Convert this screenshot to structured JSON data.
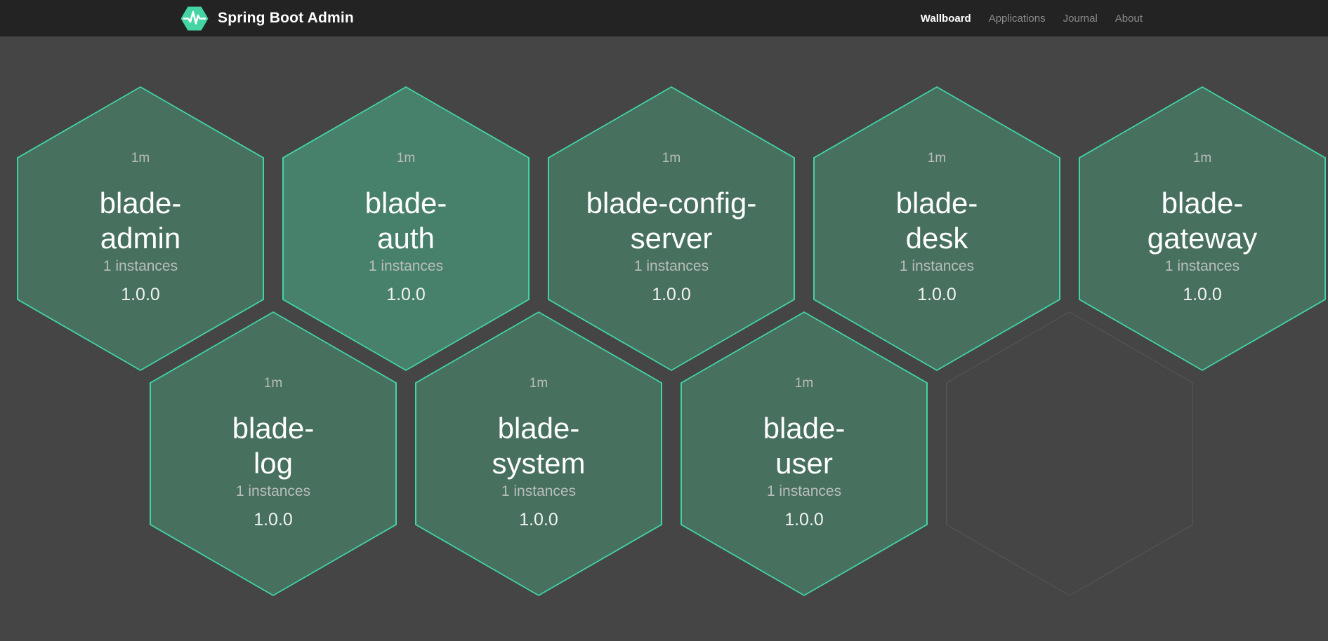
{
  "header": {
    "brand": {
      "title": "Spring Boot Admin",
      "logo_icon": "hexagon-pulse-icon",
      "logo_color": "#45d5a5"
    },
    "nav": [
      {
        "label": "Wallboard",
        "active": true
      },
      {
        "label": "Applications",
        "active": false
      },
      {
        "label": "Journal",
        "active": false
      },
      {
        "label": "About",
        "active": false
      }
    ]
  },
  "wallboard": {
    "apps": [
      {
        "name": "blade-admin",
        "lines": [
          "blade-",
          "admin"
        ],
        "uptime": "1m",
        "instances": "1 instances",
        "version": "1.0.0",
        "fill": "#47705f"
      },
      {
        "name": "blade-auth",
        "lines": [
          "blade-",
          "auth"
        ],
        "uptime": "1m",
        "instances": "1 instances",
        "version": "1.0.0",
        "fill": "#48816b"
      },
      {
        "name": "blade-config-server",
        "lines": [
          "blade-config-",
          "server"
        ],
        "uptime": "1m",
        "instances": "1 instances",
        "version": "1.0.0",
        "fill": "#47705f"
      },
      {
        "name": "blade-desk",
        "lines": [
          "blade-",
          "desk"
        ],
        "uptime": "1m",
        "instances": "1 instances",
        "version": "1.0.0",
        "fill": "#47705f"
      },
      {
        "name": "blade-gateway",
        "lines": [
          "blade-",
          "gateway"
        ],
        "uptime": "1m",
        "instances": "1 instances",
        "version": "1.0.0",
        "fill": "#47705f"
      },
      {
        "name": "blade-log",
        "lines": [
          "blade-",
          "log"
        ],
        "uptime": "1m",
        "instances": "1 instances",
        "version": "1.0.0",
        "fill": "#47705f"
      },
      {
        "name": "blade-system",
        "lines": [
          "blade-",
          "system"
        ],
        "uptime": "1m",
        "instances": "1 instances",
        "version": "1.0.0",
        "fill": "#47705f"
      },
      {
        "name": "blade-user",
        "lines": [
          "blade-",
          "user"
        ],
        "uptime": "1m",
        "instances": "1 instances",
        "version": "1.0.0",
        "fill": "#47705f"
      }
    ],
    "empty_slots": 1
  },
  "colors": {
    "header_bg": "#232323",
    "page_bg": "#454545",
    "hex_border": "#42d3a5",
    "hex_fill": "#47705f",
    "hex_fill_highlight": "#48816b",
    "text_primary": "#ffffff",
    "text_secondary": "#b9beba",
    "nav_inactive": "#8a8a8a",
    "empty_hex_border": "#525252"
  }
}
